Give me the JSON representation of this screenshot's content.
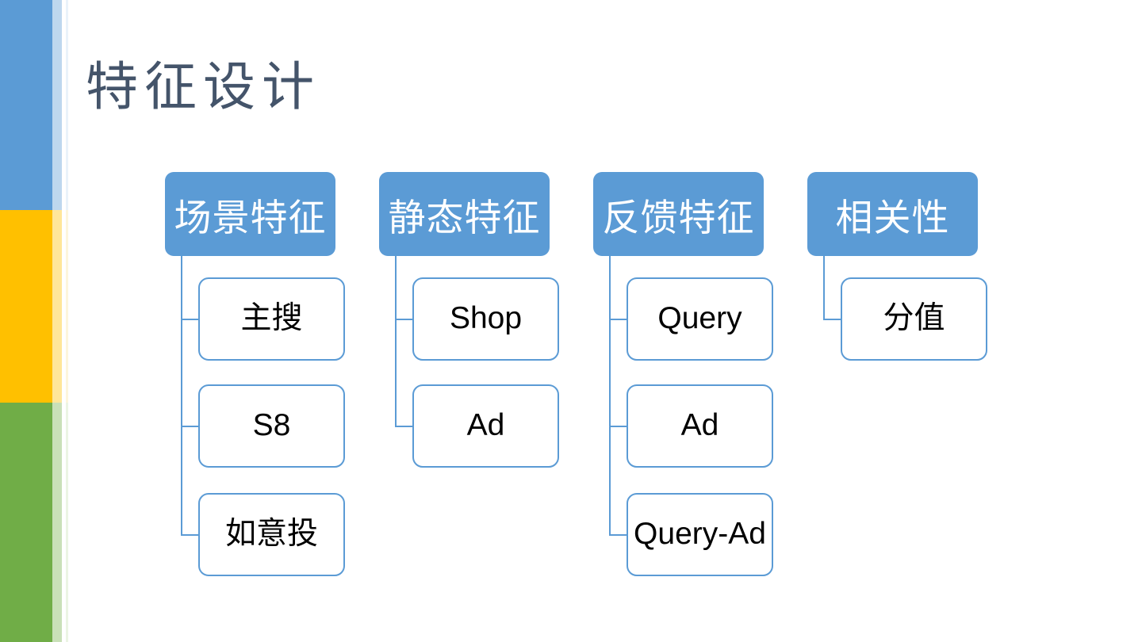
{
  "title": "特征设计",
  "colors": {
    "title_text": "#44546a",
    "accent_blue": "#5b9bd5",
    "accent_yellow": "#ffc000",
    "accent_green": "#70ad47",
    "header_fill": "#5b9bd5",
    "header_text": "#ffffff",
    "child_border": "#5b9bd5",
    "child_text": "#000000",
    "connector": "#5b9bd5"
  },
  "sidebar": {
    "segments": [
      {
        "name": "blue-segment",
        "color": "#5b9bd5",
        "light": "#bdd7ee",
        "faint": "#eaf2fa"
      },
      {
        "name": "yellow-segment",
        "color": "#ffc000",
        "light": "#ffe699",
        "faint": "#fdf5dc"
      },
      {
        "name": "green-segment",
        "color": "#70ad47",
        "light": "#c9e0b8",
        "faint": "#ecf4e4"
      }
    ]
  },
  "diagram": {
    "columns": [
      {
        "header": "场景特征",
        "children": [
          "主搜",
          "S8",
          "如意投"
        ]
      },
      {
        "header": "静态特征",
        "children": [
          "Shop",
          "Ad"
        ]
      },
      {
        "header": "反馈特征",
        "children": [
          "Query",
          "Ad",
          "Query-Ad"
        ]
      },
      {
        "header": "相关性",
        "children": [
          "分值"
        ]
      }
    ]
  }
}
